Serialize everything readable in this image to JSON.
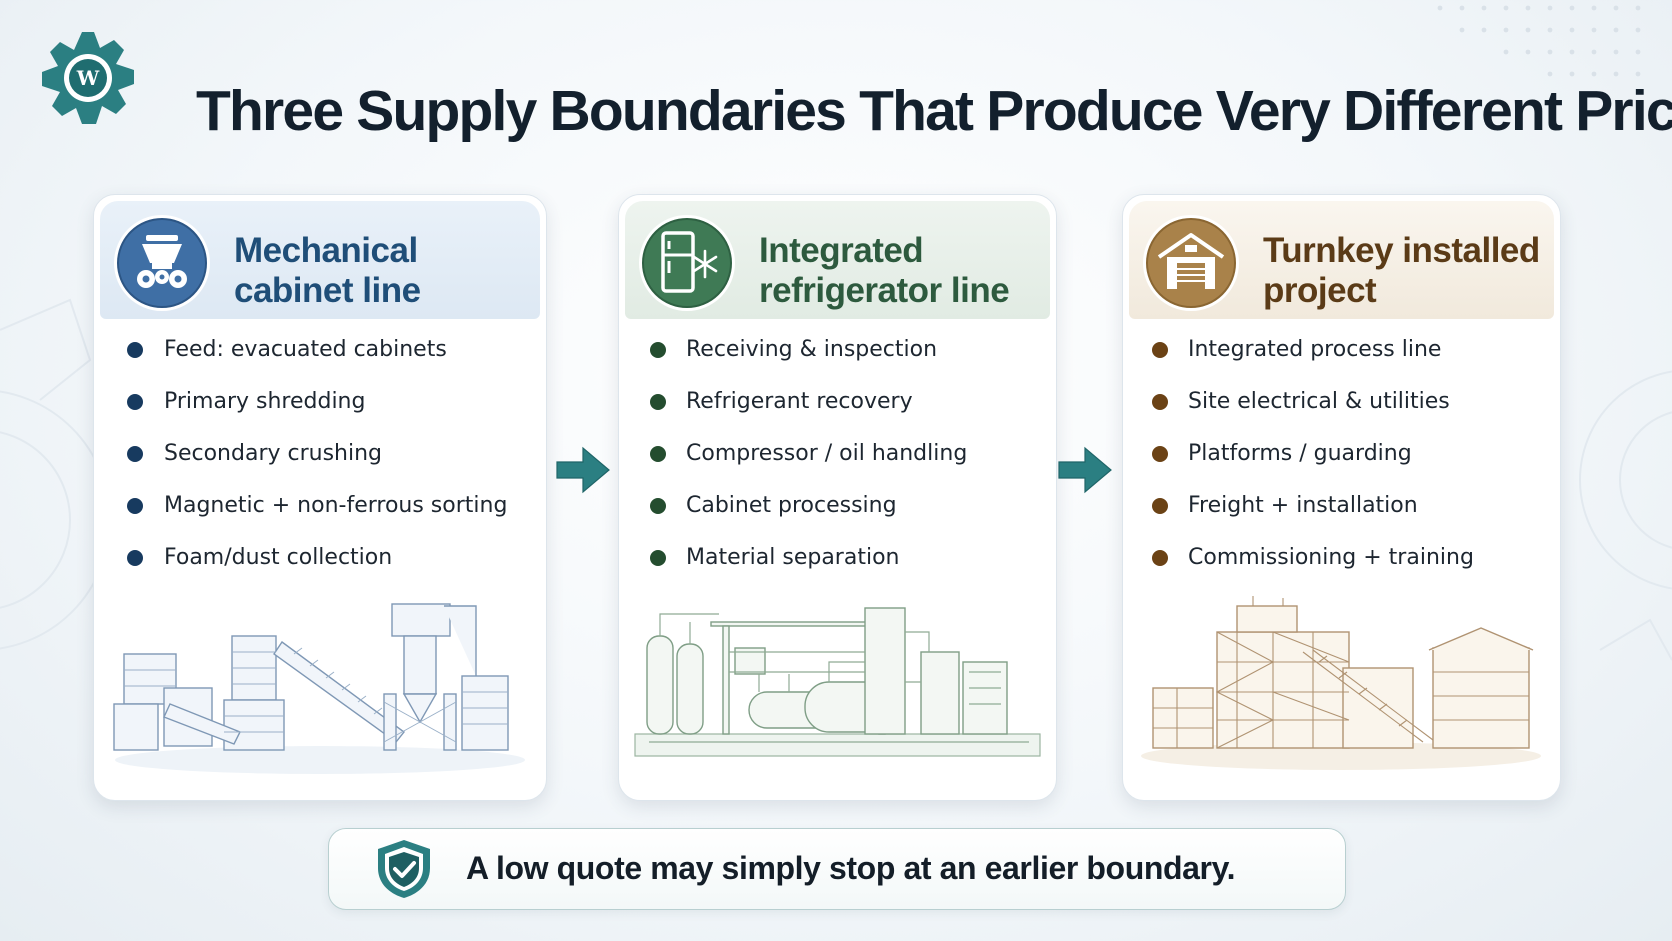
{
  "title": "Three Supply Boundaries That Produce Very Different Prices",
  "colors": {
    "teal_accent": "#2b7f82",
    "blue": "#3f6fa5",
    "green": "#3f7a55",
    "bronze": "#a9824a"
  },
  "icons": {
    "logo": "gear-logo-icon",
    "card1": "shredder-gears-icon",
    "card2": "refrigerator-snowflake-icon",
    "card3": "warehouse-icon",
    "arrow": "arrow-right-icon",
    "callout": "shield-check-icon"
  },
  "cards": [
    {
      "title_line1": "Mechanical",
      "title_line2": "cabinet line",
      "items": [
        "Feed: evacuated cabinets",
        "Primary shredding",
        "Secondary crushing",
        "Magnetic + non-ferrous sorting",
        "Foam/dust collection"
      ]
    },
    {
      "title_line1": "Integrated",
      "title_line2": "refrigerator line",
      "items": [
        "Receiving & inspection",
        "Refrigerant recovery",
        "Compressor / oil handling",
        "Cabinet processing",
        "Material separation"
      ]
    },
    {
      "title_line1": "Turnkey installed",
      "title_line2": "project",
      "items": [
        "Integrated process line",
        "Site electrical & utilities",
        "Platforms / guarding",
        "Freight + installation",
        "Commissioning + training"
      ]
    }
  ],
  "callout": {
    "text": "A low quote may simply stop at an earlier boundary."
  }
}
